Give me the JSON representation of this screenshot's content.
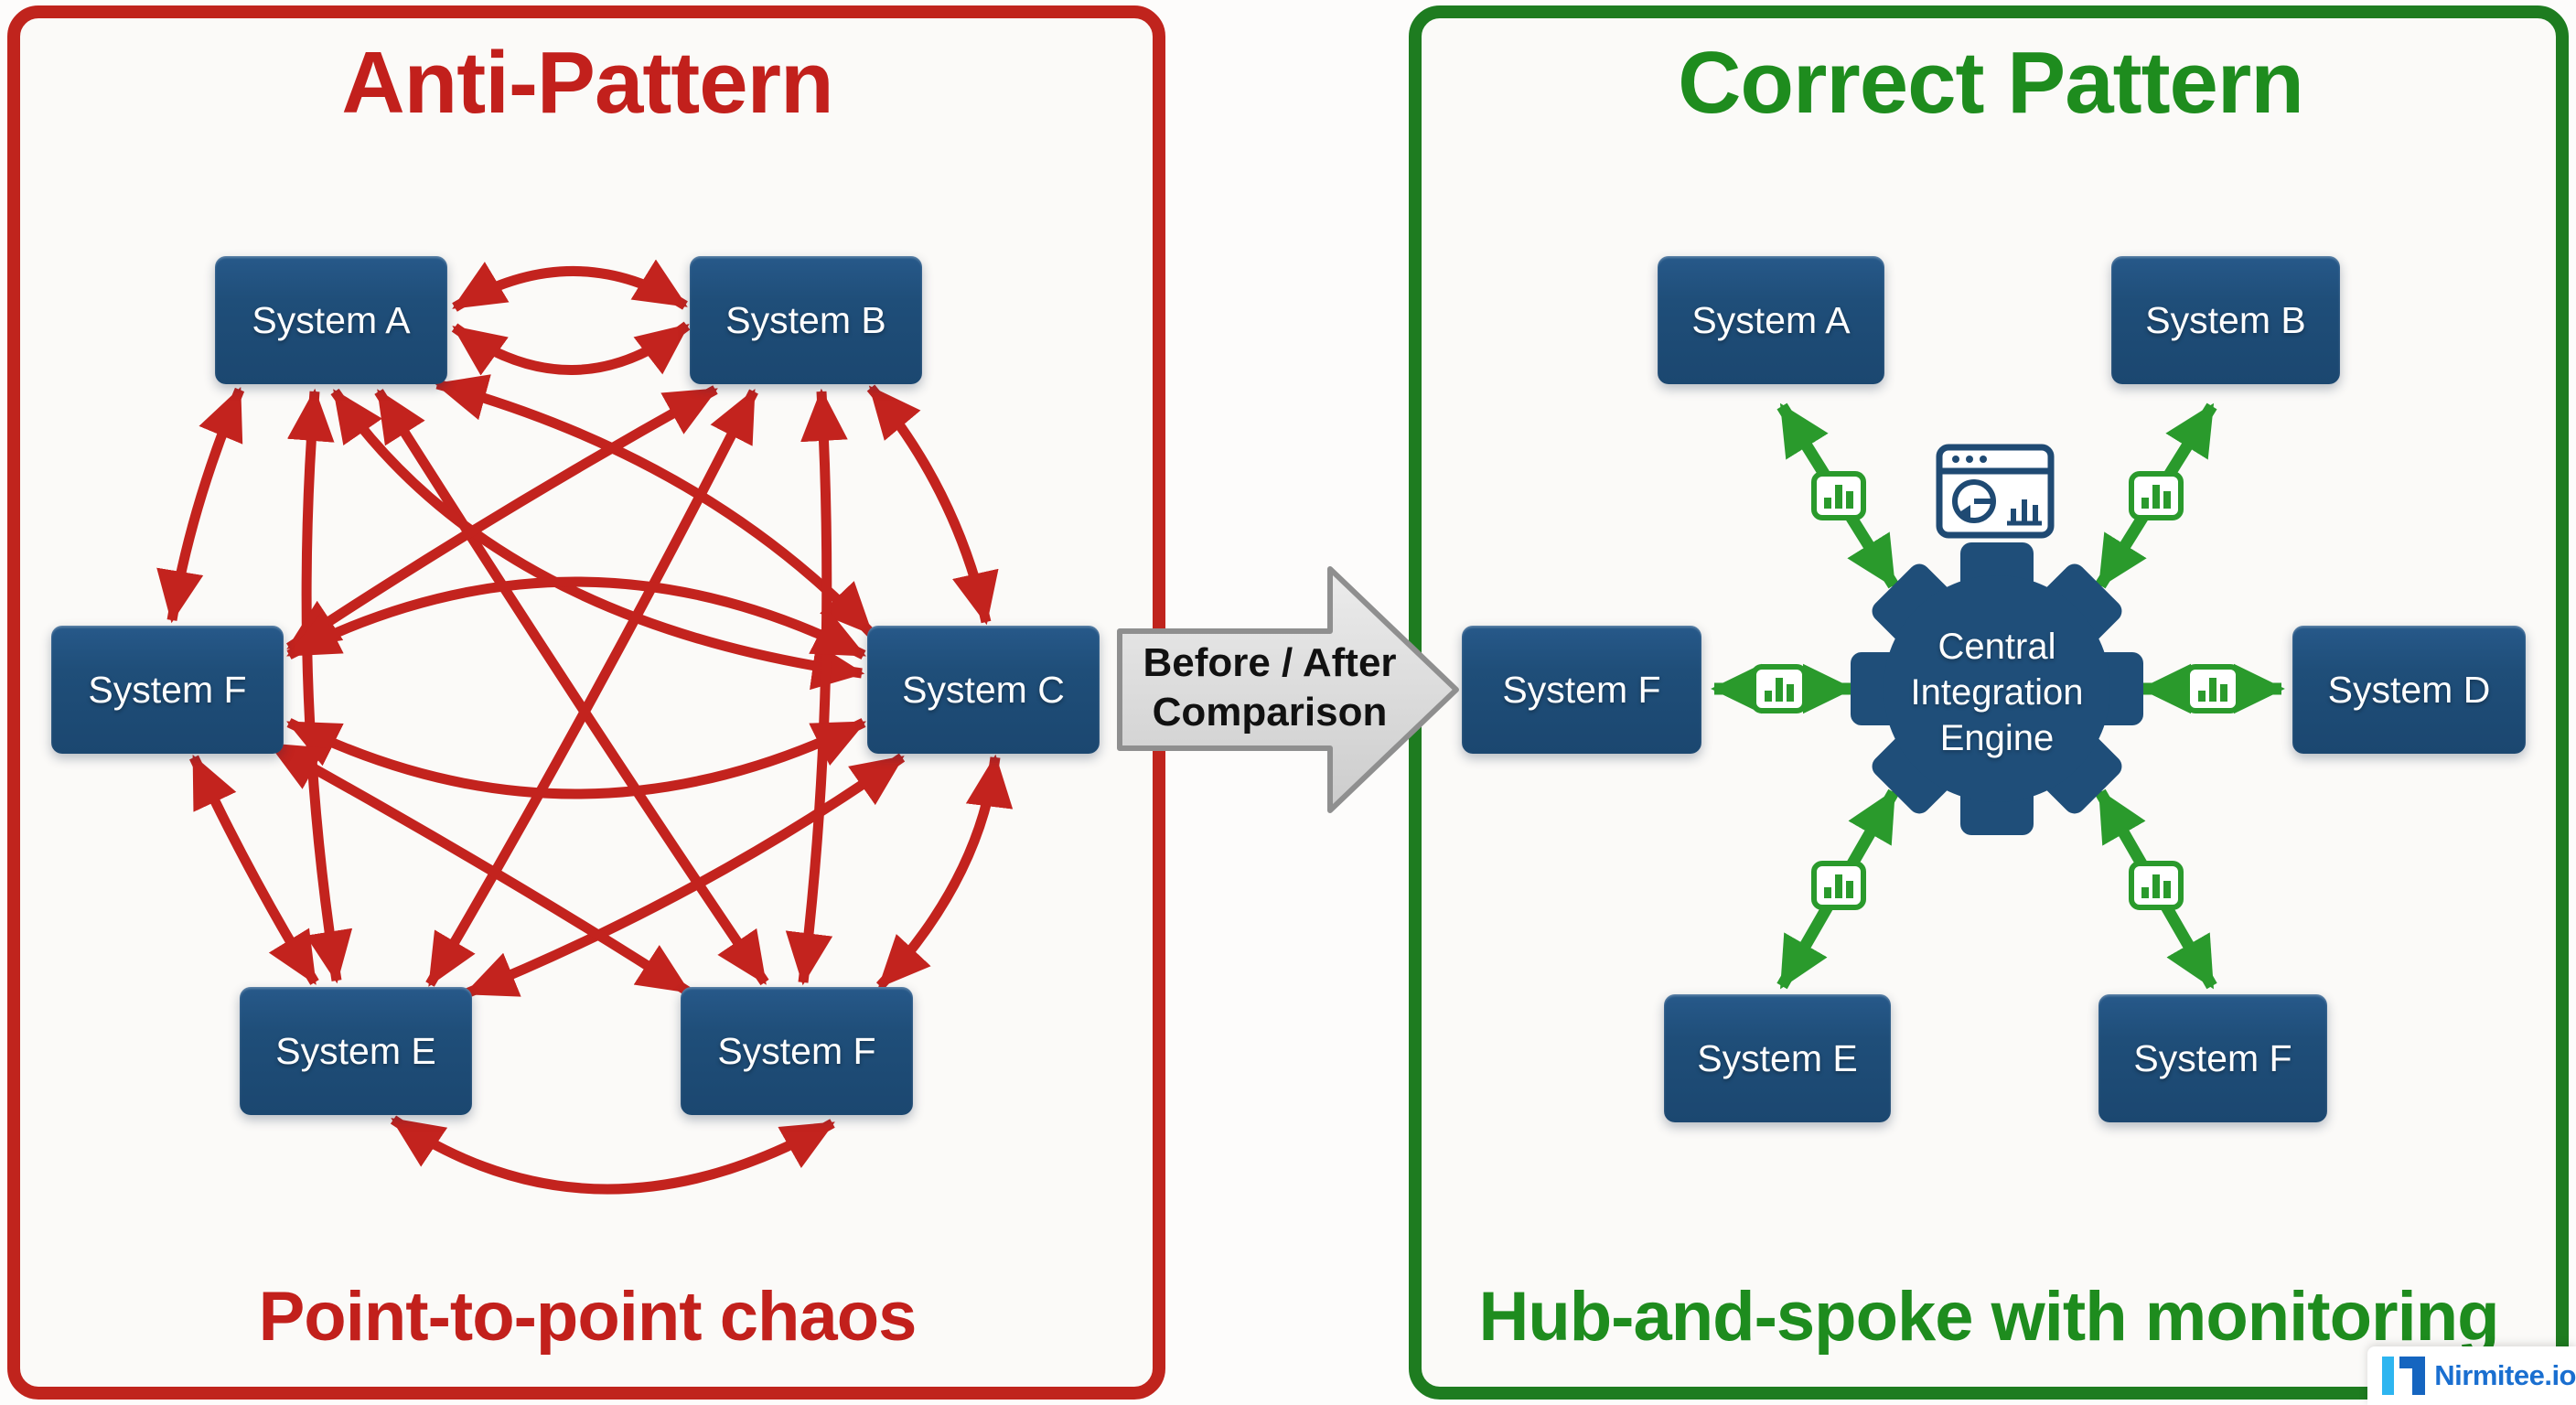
{
  "left_panel": {
    "title": "Anti-Pattern",
    "caption": "Point-to-point chaos",
    "accent_color": "#c2201c",
    "arrow_color": "#c3231e",
    "style": "point-to-point mesh of red tangled arrows between all systems",
    "systems": [
      {
        "label": "System A"
      },
      {
        "label": "System B"
      },
      {
        "label": "System F"
      },
      {
        "label": "System C"
      },
      {
        "label": "System E"
      },
      {
        "label": "System F"
      }
    ]
  },
  "comparison_arrow": {
    "line1": "Before / After",
    "line2": "Comparison",
    "fill_color": "#d8d8d8"
  },
  "right_panel": {
    "title": "Correct Pattern",
    "caption": "Hub-and-spoke with monitoring",
    "accent_color": "#1e8c1e",
    "arrow_color": "#2a9a2c",
    "style": "hub-and-spoke with double-headed green arrows and monitoring badges",
    "hub": {
      "line1": "Central",
      "line2": "Integration",
      "line3": "Engine",
      "icon": "gear-icon",
      "color": "#1f4e79"
    },
    "monitor_badge_icon": "bar-chart-icon",
    "dashboard_icon": "analytics-dashboard-icon",
    "systems": [
      {
        "label": "System A"
      },
      {
        "label": "System B"
      },
      {
        "label": "System F"
      },
      {
        "label": "System D"
      },
      {
        "label": "System E"
      },
      {
        "label": "System F"
      }
    ]
  },
  "branding": {
    "logo_text": "Nirmitee.io",
    "logo_icon": "nirmitee-logo-icon",
    "logo_color": "#1a6fd0"
  },
  "colors": {
    "system_box_blue": "#1f4e79",
    "red_accent": "#c2201c",
    "green_accent": "#1e8c1e",
    "green_arrow": "#2a9a2c",
    "gray_arrow": "#d8d8d8"
  }
}
